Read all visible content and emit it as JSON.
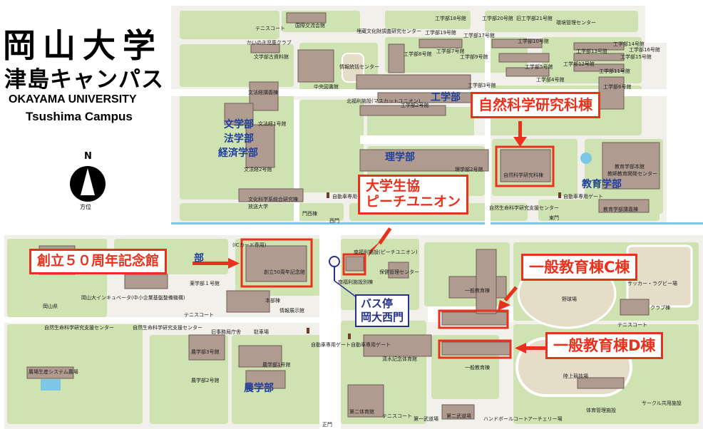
{
  "title": {
    "university_ja": "岡山大学",
    "campus_ja": "津島キャンパス",
    "university_en": "OKAYAMA UNIVERSITY",
    "campus_en": "Tsushima Campus"
  },
  "compass": {
    "north": "N",
    "caption": "方位"
  },
  "callouts": {
    "natural_science": "自然科学研究科棟",
    "coop_line1": "大学生協",
    "coop_line2": "ピーチユニオン",
    "memorial_hall": "創立５０周年記念館",
    "general_c": "一般教育棟C棟",
    "general_d": "一般教育棟D棟"
  },
  "bus_stop": {
    "line1": "バス停",
    "line2": "岡大西門"
  },
  "faculties": {
    "letters": "文学部",
    "law": "法学部",
    "economics": "経済学部",
    "science": "理学部",
    "engineering": "工学部",
    "education": "教育学部",
    "agriculture": "農学部",
    "pharmacy_partial": "部"
  },
  "labels": {
    "tennis_court_1": "テニスコート",
    "international_exchange": "国際交流会館",
    "buried_culture": "埋蔵文化財調査研究センター",
    "eng_18": "工学部18号館",
    "eng_20": "工学部20号館",
    "eng_21": "旧工学部21号館",
    "env_mgmt": "環境管理センター",
    "eng_19": "工学部19号館",
    "eng_17": "工学部17号館",
    "eng_14": "工学部14号館",
    "eng_15": "工学部15号館",
    "eng_16": "工学部16号館",
    "eng_13": "工学部13号館",
    "eng_12": "工学部12号館",
    "eng_11": "工学部11号館",
    "eng_10": "工学部10号館",
    "eng_9": "工学部9号館",
    "eng_8": "工学部8号館",
    "eng_7": "工学部7号館",
    "eng_5": "工学部5号館",
    "eng_4": "工学部4号館",
    "eng_3": "工学部3号館",
    "eng_2": "工学部2号館",
    "eng_6": "工学部6号館",
    "kaino": "かいのき児童クラブ",
    "letters_archive": "文学部古資料館",
    "info_tech": "情報統括センター",
    "central_library": "中央図書館",
    "north_welfare": "北福利施設(マスカットユニオン)",
    "lit_law_econ": "文法経講義棟",
    "letters_bldg": "文法経1号館",
    "letters_2": "文法経2号館",
    "sci_bldg_2": "理学部2号館",
    "nat_sci_small": "自然科学研究科棟",
    "edu_main": "教育学部本館",
    "edu_dev": "教師教育開発センター",
    "edu_lecture": "教育学部講義棟",
    "humanities": "文化科学系総合研究棟",
    "law_school": "放送大学",
    "west_gate_small": "門西棟",
    "west_gate": "西門",
    "east_gate": "東門",
    "car_gate_1": "自動車専用ゲート",
    "car_gate_2": "自動車専用ゲート",
    "car_gate_3": "自動車専用ゲート",
    "car_gate_4": "自動車専用ゲート",
    "life_env": "自然生命科学研究支援センター",
    "ic_card": "(ICカード専用)",
    "memorial_small": "創立50周年記念館",
    "south_welfare": "南福利施設(ピーチユニオン)",
    "south_welfare_2": "南福利施設別棟",
    "health_center": "保健管理センター",
    "general_bldg": "一般教育棟",
    "general_bldg_2": "一般教育棟",
    "baseball": "野球場",
    "rugby": "サッカー・ラグビー場",
    "club_bldg": "クラブ棟",
    "tennis_court_2": "テニスコート",
    "tennis_court_3": "テニスコート",
    "tennis_court_4": "テニスコート",
    "pharmacy_1": "薬学部１号館",
    "incubator": "岡山大インキュベータ(中小企業基盤整備機構)",
    "hist_bldg": "本部棟",
    "info_exhibit": "情報展示館",
    "okayama_field": "岡山県",
    "life_env_2": "自然生命科学研究支援センター",
    "life_env_3": "自然生命科学研究支援センター",
    "old_office": "旧事務局庁舎",
    "parking": "駐車場",
    "agri_3": "農学部3号館",
    "agri_1": "農学部1号館",
    "agri_2": "農学部2号館",
    "agri_farm": "農場生産システム農場",
    "shimizu_gym": "清水記念体育館",
    "gym_2": "第二体育館",
    "track": "陸上競技場",
    "gym_mgmt": "体育管理施設",
    "circle": "サークル共用施設",
    "budo_1": "第一武道場",
    "budo_2": "第二武道場",
    "handball": "ハンドボールコート",
    "archery": "アーチェリー場",
    "main_gate": "正門"
  },
  "colors": {
    "grass": "#cfe2b1",
    "ground": "#f2f0ea",
    "road": "#ffffff",
    "building": "#b09b91",
    "building_border": "#6f5d55",
    "water": "#7ec6e6",
    "highlight": "#e8321e",
    "faculty_text": "#1f3f9c",
    "bus_border": "#27328a"
  }
}
